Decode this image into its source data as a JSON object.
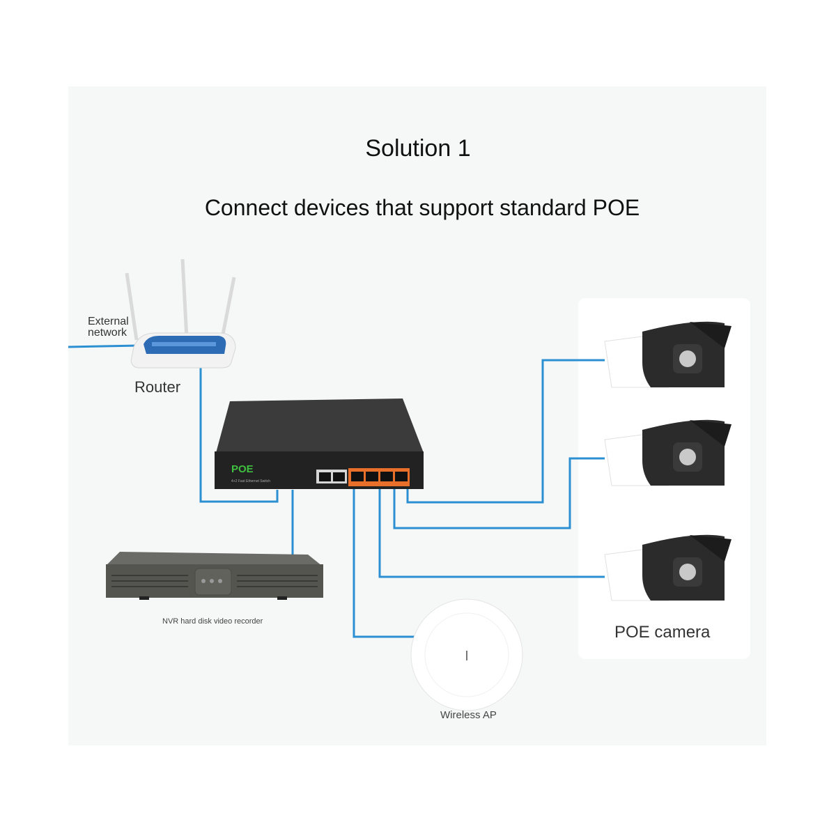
{
  "header": {
    "title": "Solution 1",
    "subtitle": "Connect devices that support standard POE"
  },
  "devices": {
    "external_network": {
      "line1": "External",
      "line2": "network"
    },
    "router": {
      "label": "Router"
    },
    "switch": {
      "brand": "POE",
      "model_text": "4+2 Fast Ethernet Switch"
    },
    "nvr": {
      "label": "NVR hard disk video recorder"
    },
    "wireless_ap": {
      "label": "Wireless AP"
    },
    "camera": {
      "label": "POE camera"
    }
  },
  "colors": {
    "cable": "#2b8fd1",
    "switch_body": "#2a2a2a",
    "poe_ports": "#e8702a",
    "poe_brand": "#3fbf3f"
  }
}
